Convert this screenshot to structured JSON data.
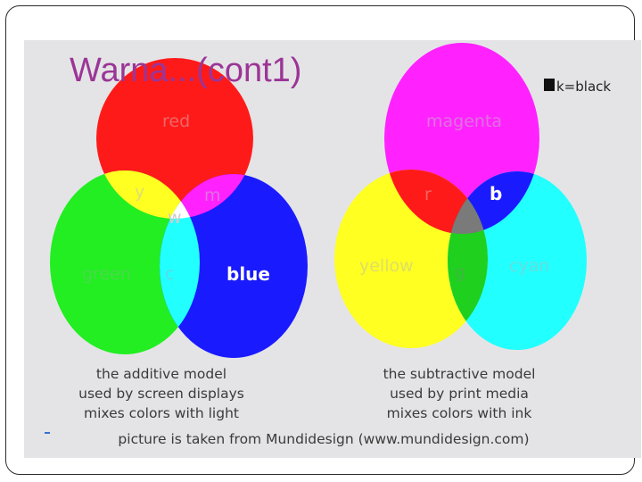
{
  "slide": {
    "title": "Warna...(cont1)"
  },
  "legend": {
    "text": "k=black",
    "swatch_color": "#111111"
  },
  "additive": {
    "labels": {
      "red": "red",
      "green": "green",
      "blue": "blue",
      "yellow": "y",
      "magenta": "m",
      "cyan": "c",
      "white": "w"
    },
    "caption": [
      "the additive model",
      "used by screen displays",
      "mixes colors with light"
    ],
    "colors": {
      "red": "#ff1a1a",
      "green": "#22ee22",
      "blue": "#1a1aff",
      "yellow": "#ffff22",
      "magenta": "#ff22ff",
      "cyan": "#22ffff",
      "white": "#ffffff"
    }
  },
  "subtractive": {
    "labels": {
      "magenta": "magenta",
      "yellow": "yellow",
      "cyan": "cyan",
      "red": "r",
      "blue": "b",
      "green": "g"
    },
    "caption": [
      "the subtractive model",
      "used by print media",
      "mixes colors with ink"
    ],
    "colors": {
      "magenta": "#ff22ff",
      "yellow": "#ffff22",
      "cyan": "#22ffff",
      "red": "#ff1a1a",
      "green": "#1fd01f",
      "blue": "#1a1aff",
      "gray": "#7a7a7a"
    }
  },
  "credit": "picture is taken from Mundidesign (www.mundidesign.com)"
}
